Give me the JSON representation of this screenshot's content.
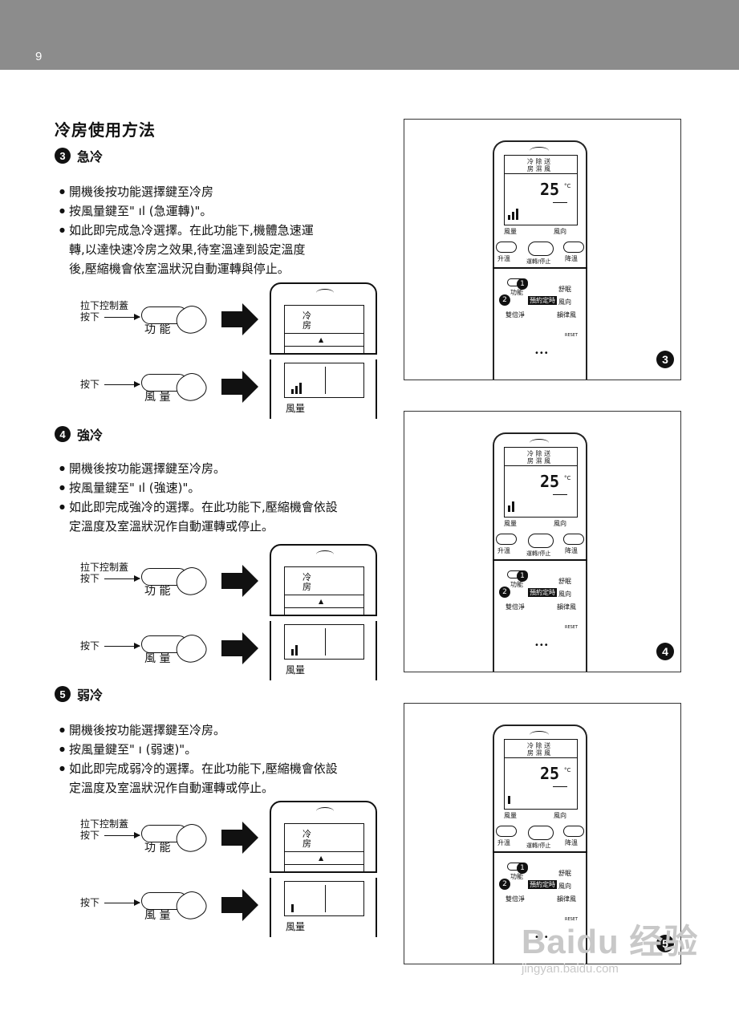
{
  "page": {
    "number": "9"
  },
  "title": "冷房使用方法",
  "sections": [
    {
      "num": "3",
      "heading": "急冷",
      "bullets": [
        "開機後按功能選擇鍵至冷房",
        "按風量鍵至\" ıl (急運轉)\"。",
        "如此即完成急冷選擇。在此功能下,機體急速運",
        "轉,以達快速冷房之效果,待室溫達到設定溫度",
        "後,壓縮機會依室溫狀況自動運轉與停止。"
      ],
      "fig": {
        "pull": "拉下控制蓋",
        "press1": "按下",
        "key1": "功 能",
        "press2": "按下",
        "key2": "風 量",
        "mode1": "冷",
        "mode2": "房",
        "fan": "風量"
      }
    },
    {
      "num": "4",
      "heading": "強冷",
      "bullets": [
        "開機後按功能選擇鍵至冷房。",
        "按風量鍵至\" ıl (強速)\"。",
        "如此即完成強冷的選擇。在此功能下,壓縮機會依設",
        "定溫度及室溫狀況作自動運轉或停止。"
      ],
      "fig": {
        "pull": "拉下控制蓋",
        "press1": "按下",
        "key1": "功 能",
        "press2": "按下",
        "key2": "風 量",
        "mode1": "冷",
        "mode2": "房",
        "fan": "風量"
      }
    },
    {
      "num": "5",
      "heading": "弱冷",
      "bullets": [
        "開機後按功能選擇鍵至冷房。",
        "按風量鍵至\" ı (弱速)\"。",
        "如此即完成弱冷的選擇。在此功能下,壓縮機會依設",
        "定溫度及室溫狀況作自動運轉或停止。"
      ],
      "fig": {
        "pull": "拉下控制蓋",
        "press1": "按下",
        "key1": "功 能",
        "press2": "按下",
        "key2": "風 量",
        "mode1": "冷",
        "mode2": "房",
        "fan": "風量"
      }
    }
  ],
  "remote": {
    "modes": "冷 除 送",
    "modes2": "房 濕 風",
    "temp": "25",
    "unit": "°C",
    "fan": "風量",
    "dir": "風向",
    "up": "升溫",
    "onoff": "運轉/停止",
    "down": "降溫",
    "func": "功能",
    "sleep": "舒眠",
    "timer": "預約定時",
    "swing": "風向",
    "clean": "雙倍淨",
    "rhythm": "韻律風",
    "reset": "RESET",
    "badges": [
      "3",
      "4",
      "5"
    ],
    "steps": [
      "1",
      "2"
    ]
  },
  "watermark": {
    "brand": "Baidu 经验",
    "url": "jingyan.baidu.com"
  }
}
